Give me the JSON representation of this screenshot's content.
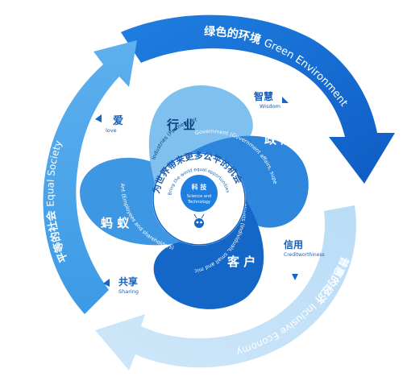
{
  "outer": {
    "green": {
      "zh": "绿色的环境",
      "en": "Green Environment"
    },
    "equal": {
      "zh": "平等的社会",
      "en": "Equal Society"
    },
    "inclusive": {
      "zh": "普惠的经济",
      "en": "Inclusive Economy"
    }
  },
  "connectors": {
    "wisdom": {
      "zh": "智慧",
      "en": "Wisdom"
    },
    "love": {
      "zh": "爱",
      "en": "love"
    },
    "sharing": {
      "zh": "共享",
      "en": "Sharing"
    },
    "credit": {
      "zh": "信用",
      "en": "Creditworthiness"
    }
  },
  "petals": {
    "industry": {
      "zh": "行 业",
      "en": "Industries (Partners, etc.)"
    },
    "government": {
      "zh": "政 府",
      "en": "Government (Government affairs, supervision, regulations, etc.)"
    },
    "clients": {
      "zh": "客 户",
      "en": "Clients (Individuals, small and micro businesses)"
    },
    "ant": {
      "zh": "蚂 蚁",
      "en": "Ant (Employees and shareholders)"
    }
  },
  "center": {
    "ring_zh": "为世界带来更多公平的机会",
    "ring_en": "Bring the world equal opportunities",
    "title_zh": "科 技",
    "title_en_1": "Science and",
    "title_en_2": "Technology"
  },
  "colors": {
    "dark_blue": "#1565c8",
    "mid_blue": "#2f8fe0",
    "light_blue": "#6fb6ec",
    "pale_blue": "#a8d4f4"
  }
}
